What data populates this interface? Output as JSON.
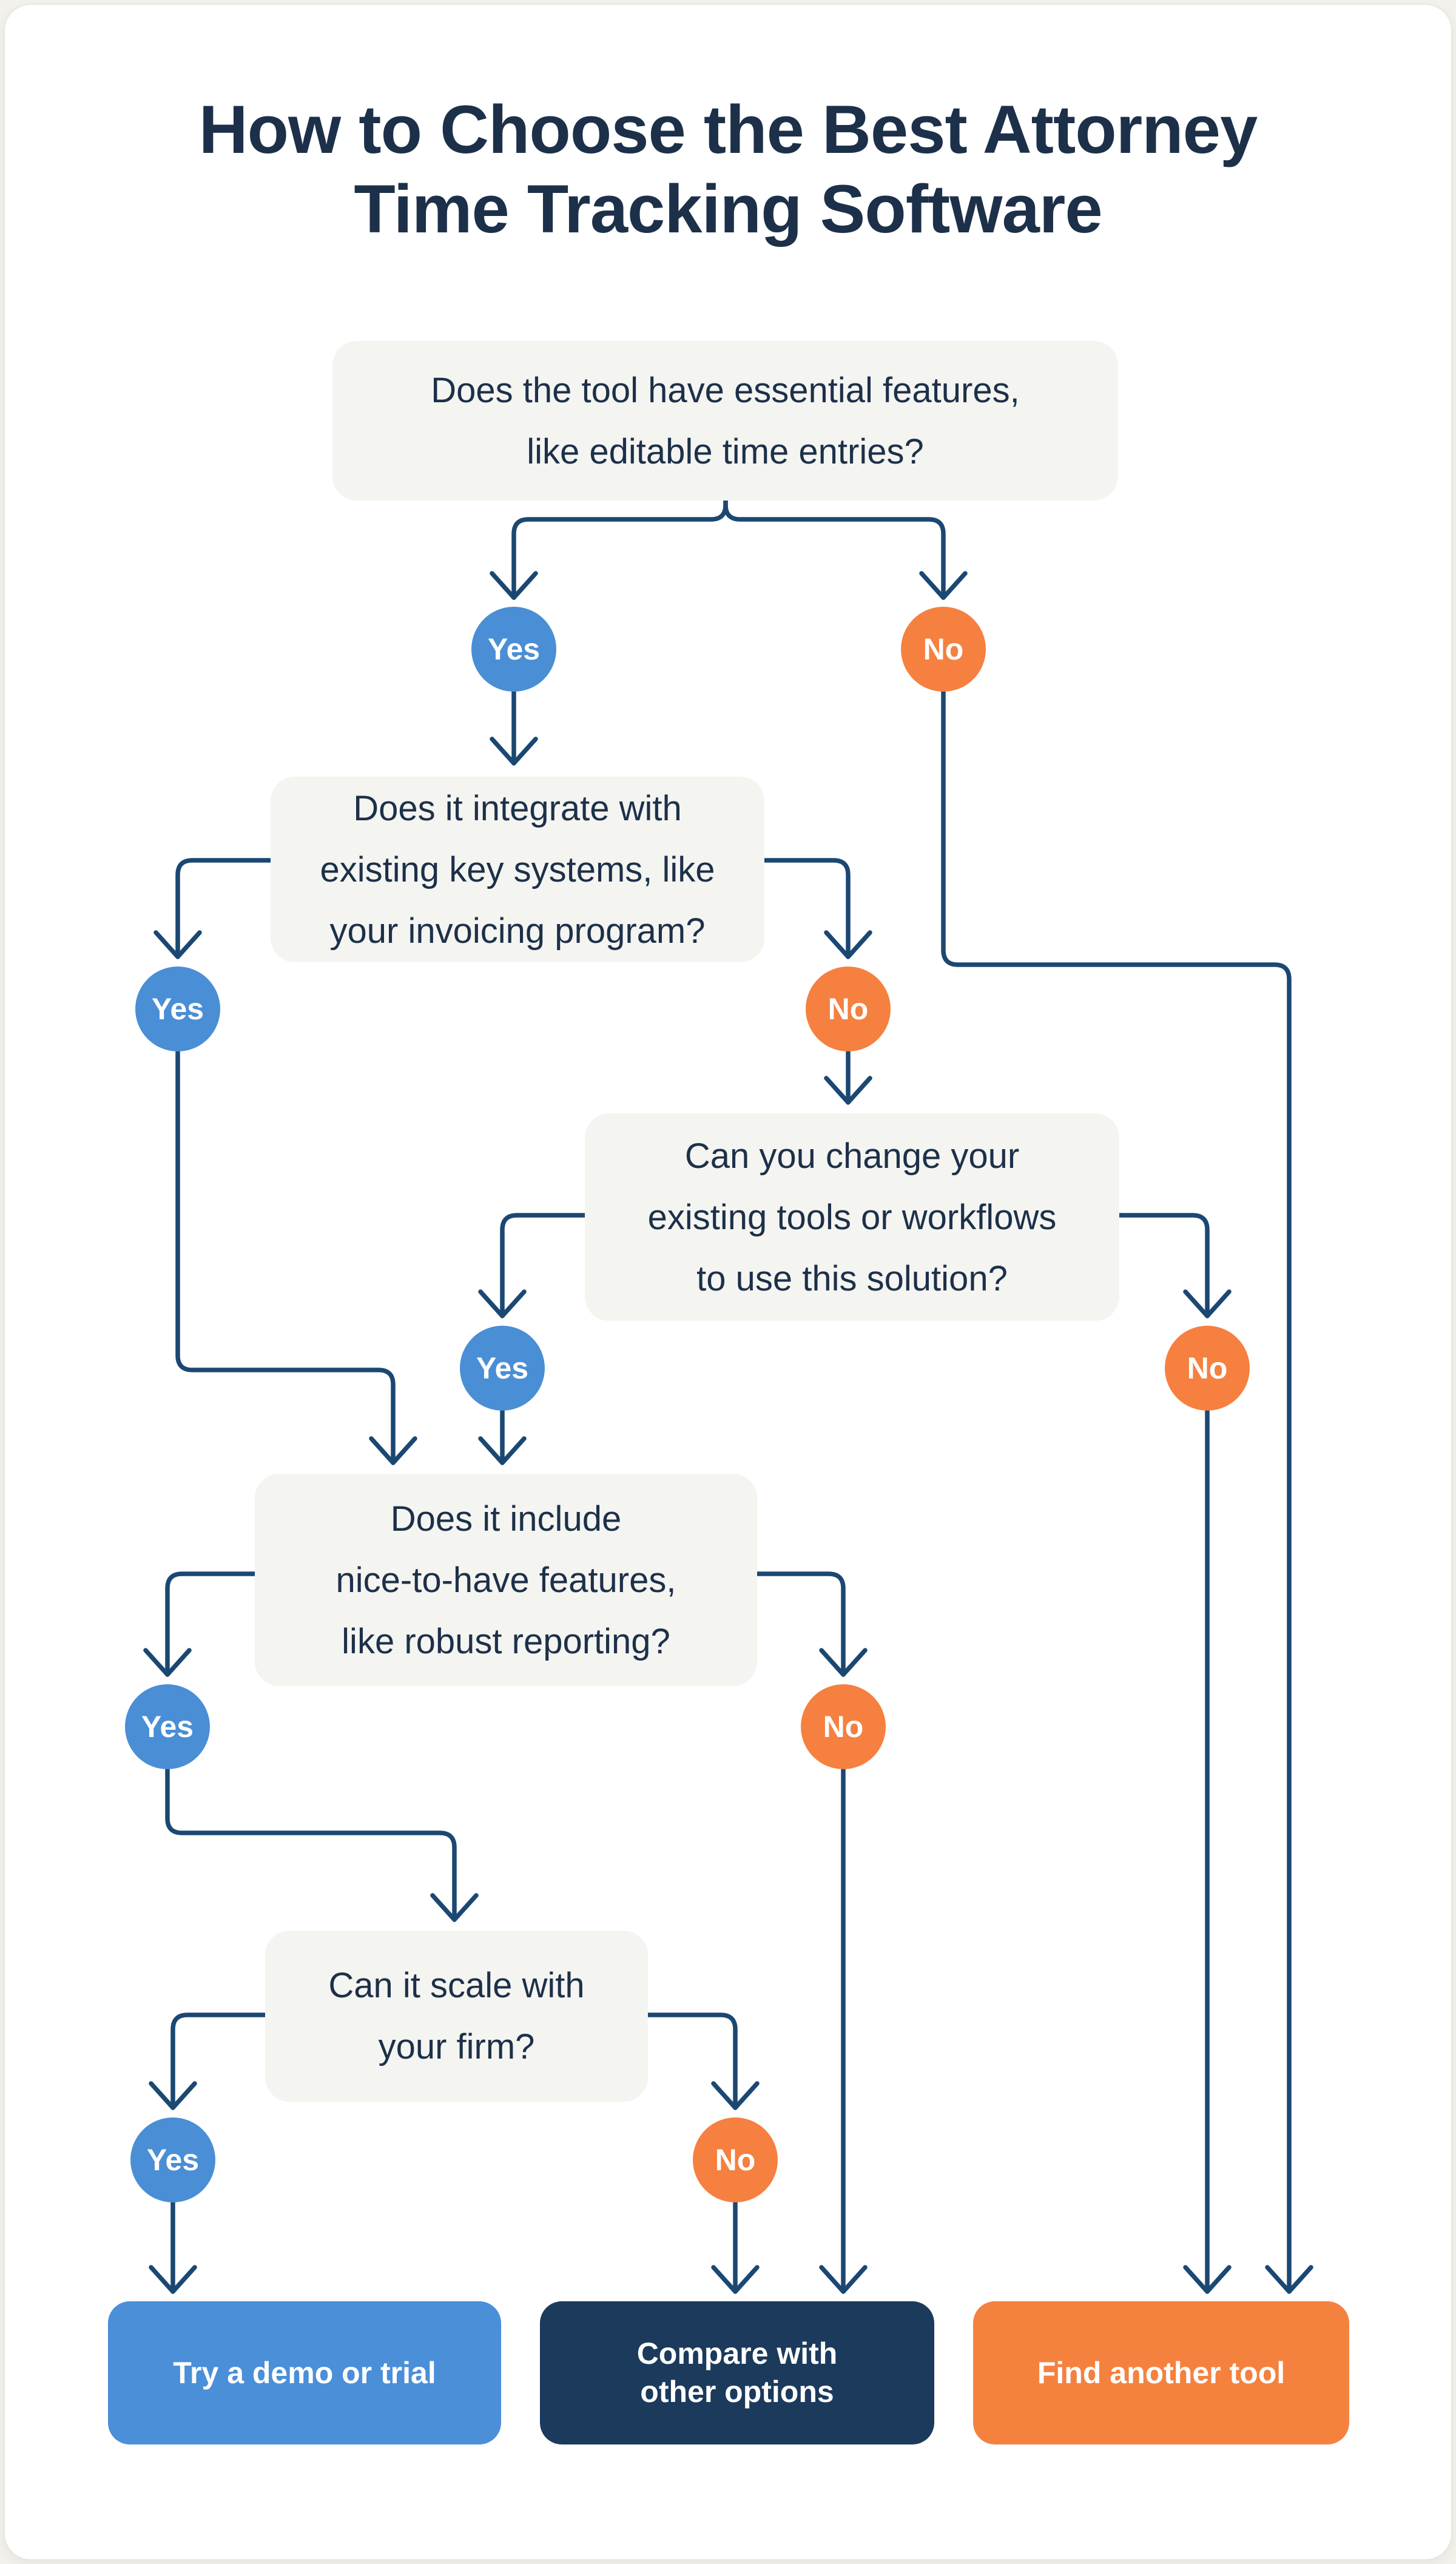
{
  "title": {
    "line1": "How to Choose the Best Attorney",
    "line2": "Time Tracking Software"
  },
  "questions": {
    "q1": {
      "lines": [
        "Does the tool have essential features,",
        "like editable time entries?"
      ]
    },
    "q2": {
      "lines": [
        "Does it integrate with",
        "existing key systems, like",
        "your invoicing program?"
      ]
    },
    "q3": {
      "lines": [
        "Can you change your",
        "existing tools or workflows",
        "to use this solution?"
      ]
    },
    "q4": {
      "lines": [
        "Does it include",
        "nice-to-have features,",
        "like robust reporting?"
      ]
    },
    "q5": {
      "lines": [
        "Can it scale with",
        "your firm?"
      ]
    }
  },
  "labels": {
    "yes": "Yes",
    "no": "No"
  },
  "outcomes": {
    "try": {
      "label": "Try a demo or trial"
    },
    "compare": {
      "lines": [
        "Compare with",
        "other options"
      ]
    },
    "find": {
      "label": "Find another tool"
    }
  },
  "colors": {
    "ink": "#1d3049",
    "connector": "#1b4872",
    "box-bg": "#f4f4f1",
    "yes": "#4a8ed5",
    "no": "#f5803f",
    "btn-try": "#4a8fd8",
    "btn-compare": "#1b3a5c",
    "btn-find": "#f5813f"
  }
}
